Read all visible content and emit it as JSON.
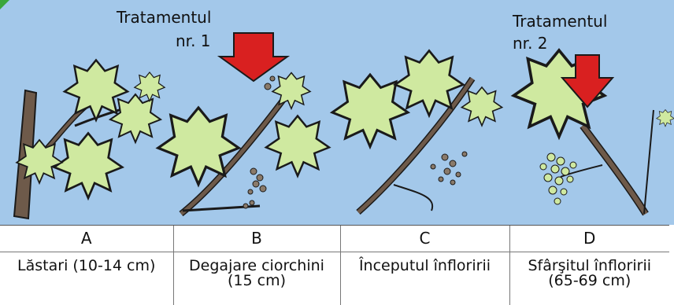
{
  "treatments": [
    {
      "line1": "Tratamentul",
      "line2": "nr. 1"
    },
    {
      "line1": "Tratamentul",
      "line2": "nr. 2"
    }
  ],
  "stages": [
    {
      "letter": "A",
      "desc_line1": "Lăstari (10-14 cm)",
      "desc_line2": ""
    },
    {
      "letter": "B",
      "desc_line1": "Degajare ciorchini",
      "desc_line2": "(15 cm)"
    },
    {
      "letter": "C",
      "desc_line1": "Începutul înfloririi",
      "desc_line2": ""
    },
    {
      "letter": "D",
      "desc_line1": "Sfârşitul înfloririi",
      "desc_line2": "(65-69 cm)"
    }
  ],
  "colors": {
    "sky": "#a3c8ea",
    "arrow": "#d92020",
    "leaf": "#cfe9a0",
    "outline": "#1a1a1a",
    "stem": "#6e5a4a"
  }
}
